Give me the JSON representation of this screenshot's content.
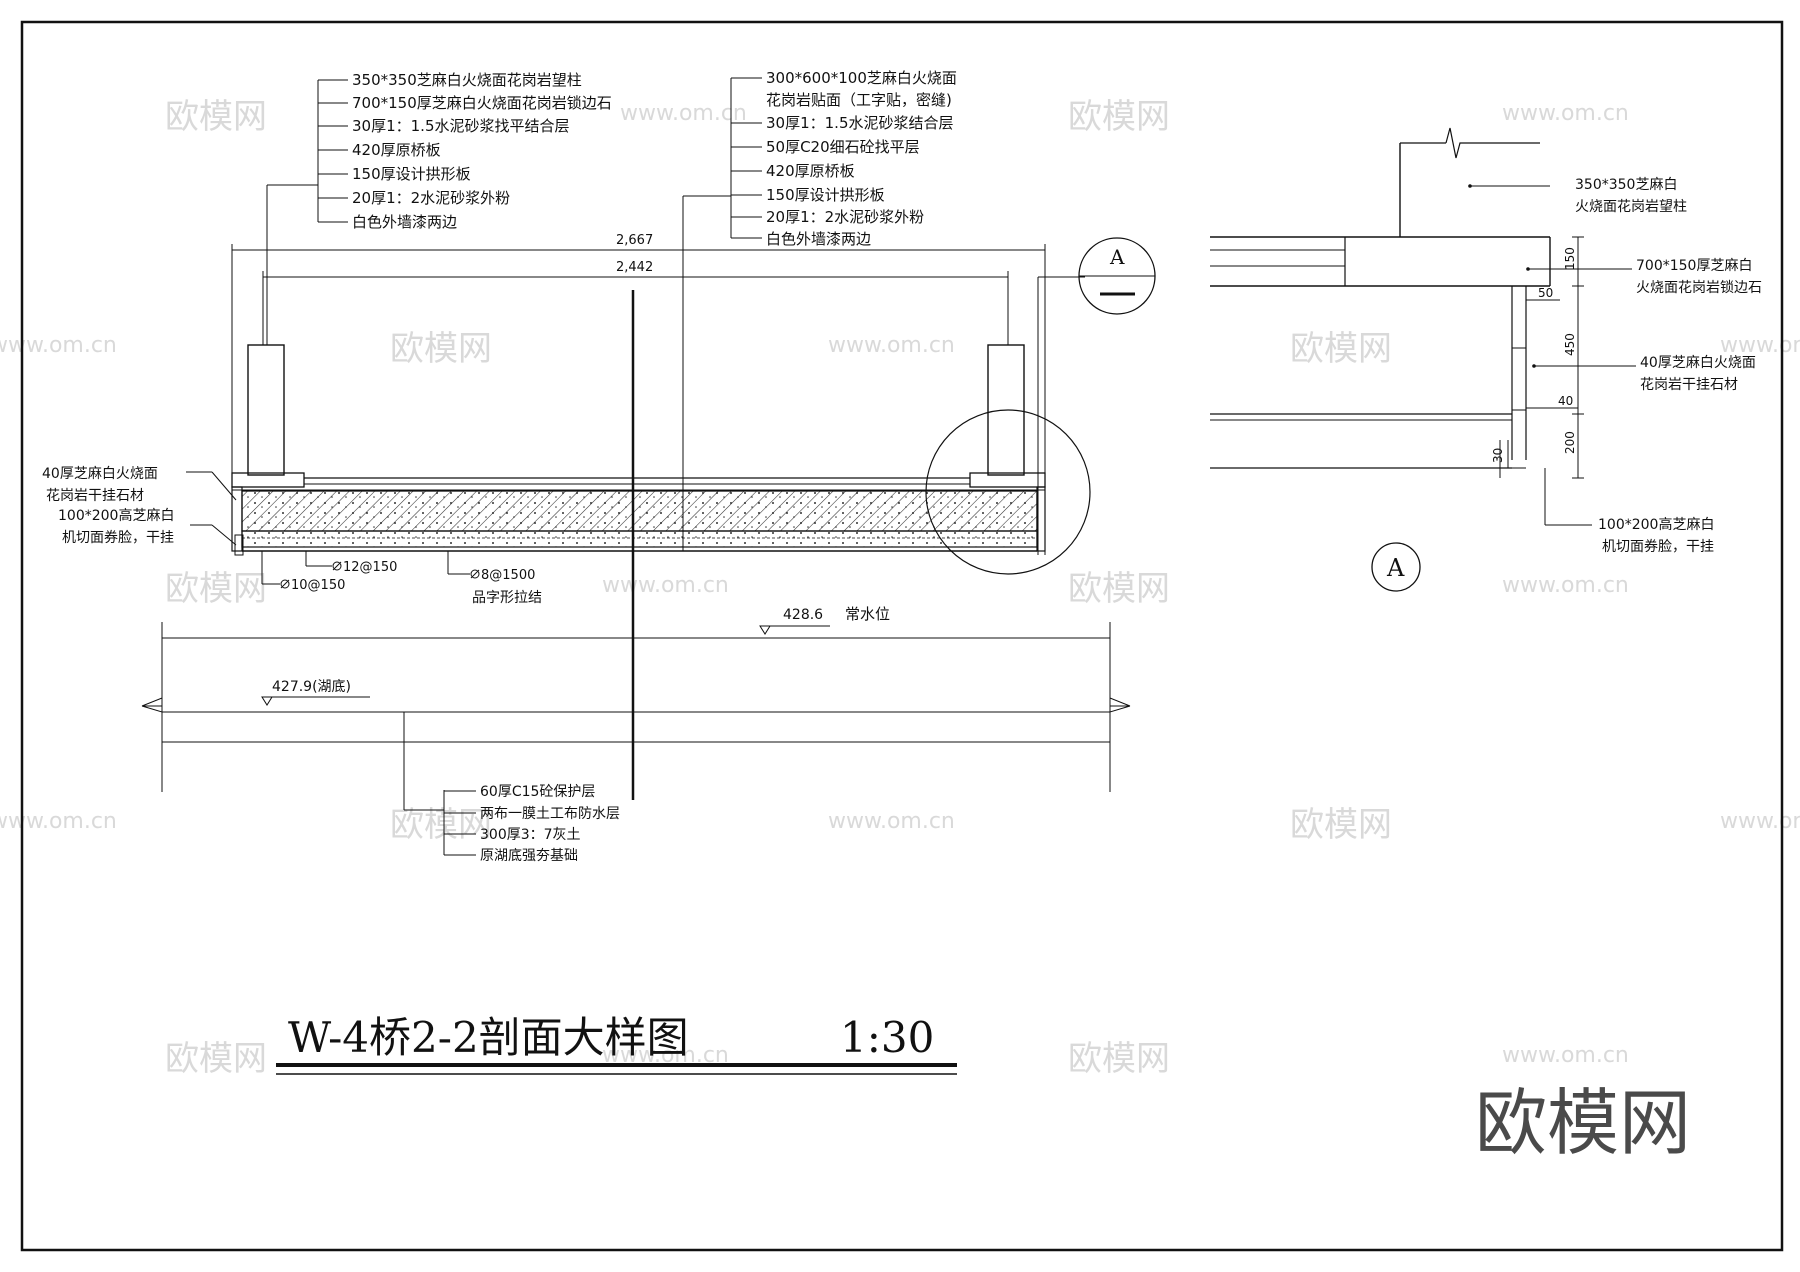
{
  "drawing": {
    "title": "W-4桥2-2剖面大样图",
    "scale": "1:30"
  },
  "main_section": {
    "callout_left": [
      "350*350芝麻白火烧面花岗岩望柱",
      "700*150厚芝麻白火烧面花岗岩锁边石",
      "30厚1：1.5水泥砂浆找平结合层",
      "420厚原桥板",
      "150厚设计拱形板",
      "20厚1：2水泥砂浆外粉",
      "白色外墙漆两边"
    ],
    "callout_right": [
      "300*600*100芝麻白火烧面",
      "花岗岩贴面（工字贴，密缝)",
      "30厚1：1.5水泥砂浆结合层",
      "50厚C20细石砼找平层",
      "420厚原桥板",
      "150厚设计拱形板",
      "20厚1：2水泥砂浆外粉",
      "白色外墙漆两边"
    ],
    "dim_outer": "2,667",
    "dim_inner": "2,442",
    "side_note_1": [
      "40厚芝麻白火烧面",
      "花岗岩干挂石材"
    ],
    "side_note_2": [
      "100*200高芝麻白",
      "机切面券脸，干挂"
    ],
    "rebar_1": "12@150",
    "rebar_2": "10@150",
    "rebar_3": "8@1500",
    "rebar_tie": "品字形拉结",
    "water_level_value": "428.6",
    "water_level_label": "常水位",
    "lake_bottom": "427.9(湖底)",
    "foundation": [
      "60厚C15砼保护层",
      "两布一膜土工布防水层",
      "300厚3：7灰土",
      "原湖底强夯基础"
    ],
    "section_mark": "A"
  },
  "detail_a": {
    "mark": "A",
    "notes": {
      "post": [
        "350*350芝麻白",
        "火烧面花岗岩望柱"
      ],
      "curb": [
        "700*150厚芝麻白",
        "火烧面花岗岩锁边石"
      ],
      "cladding": [
        "40厚芝麻白火烧面",
        "花岗岩干挂石材"
      ],
      "arch_face": [
        "100*200高芝麻白",
        "机切面券脸，干挂"
      ]
    },
    "dims": [
      "150",
      "50",
      "450",
      "40",
      "200",
      "30"
    ]
  },
  "watermark": {
    "brand": "欧模网",
    "url": "www.om.cn"
  }
}
